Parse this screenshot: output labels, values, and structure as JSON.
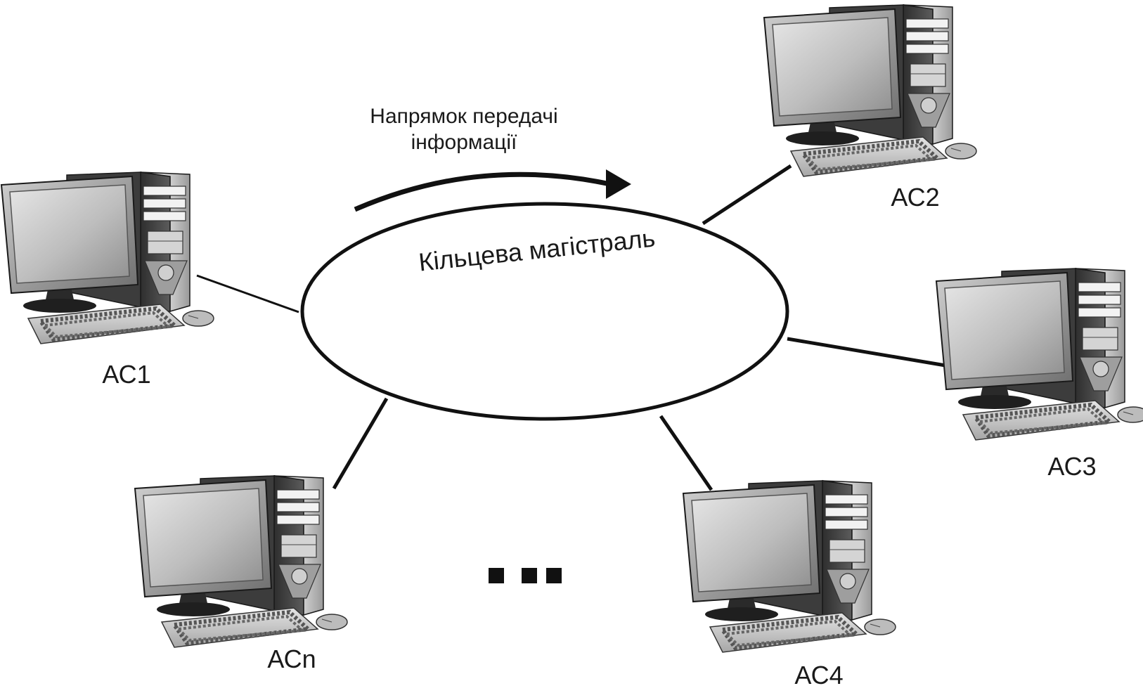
{
  "direction_label": [
    "Напрямок передачі",
    "інформації"
  ],
  "ring_label": "Кільцева магістраль",
  "stations": [
    {
      "id": "ac1",
      "label": "АС1"
    },
    {
      "id": "ac2",
      "label": "АС2"
    },
    {
      "id": "ac3",
      "label": "АС3"
    },
    {
      "id": "ac4",
      "label": "АС4"
    },
    {
      "id": "acn",
      "label": "АСn"
    }
  ],
  "icons": {
    "workstation": "desktop-computer-icon",
    "direction": "curved-arrow-icon",
    "continuation": "ellipsis-icon"
  }
}
